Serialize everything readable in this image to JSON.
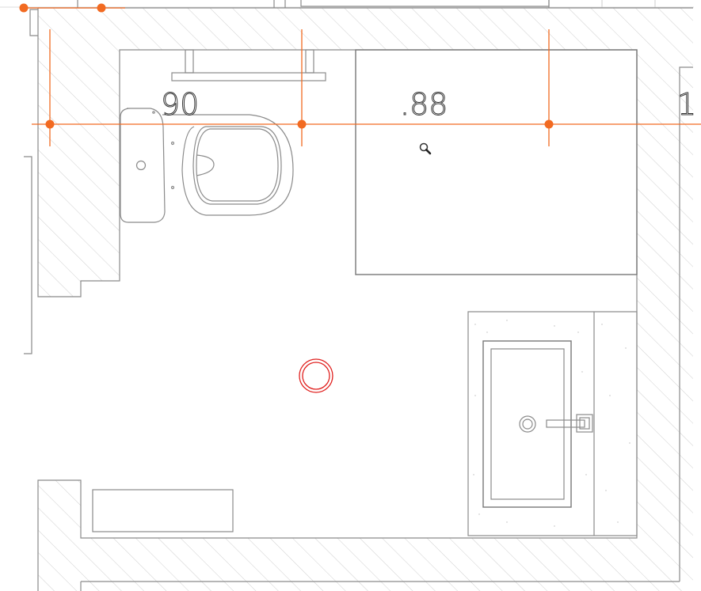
{
  "drawing": {
    "labels": {
      "toilet_dimension": "90",
      "shower_dimension": ".88",
      "right_dimension": "1"
    },
    "icons": [
      "zoom-cursor-icon"
    ],
    "colors": {
      "selection": "#f26a21",
      "marker": "#e0201e",
      "lines": "#8a8a8a",
      "hatch": "#c8c8c8"
    }
  }
}
